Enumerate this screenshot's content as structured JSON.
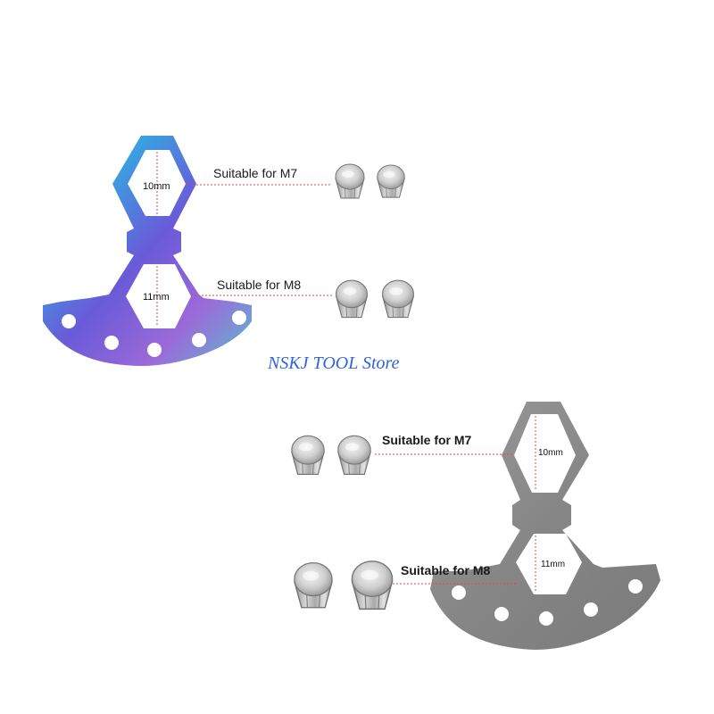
{
  "watermark": {
    "text": "NSKJ TOOL Store",
    "color": "#2f63e6"
  },
  "top_wrench": {
    "finish": "rainbow-titanium",
    "upper_hex": {
      "size_label": "10mm",
      "suitable_label": "Suitable for M7"
    },
    "lower_hex": {
      "size_label": "11mm",
      "suitable_label": "Suitable for M8"
    },
    "hole_count": 5
  },
  "bottom_wrench": {
    "finish": "grey",
    "upper_hex": {
      "size_label": "10mm",
      "suitable_label": "Suitable for M7"
    },
    "lower_hex": {
      "size_label": "11mm",
      "suitable_label": "Suitable for M8"
    },
    "hole_count": 5
  },
  "nuts": {
    "per_row": 2,
    "rows": 4
  },
  "colors": {
    "background": "#ffffff",
    "dimension_line": "#e0455a",
    "gray_wrench": "#8e8e8e",
    "nut_steel": "#b9b9b9"
  }
}
